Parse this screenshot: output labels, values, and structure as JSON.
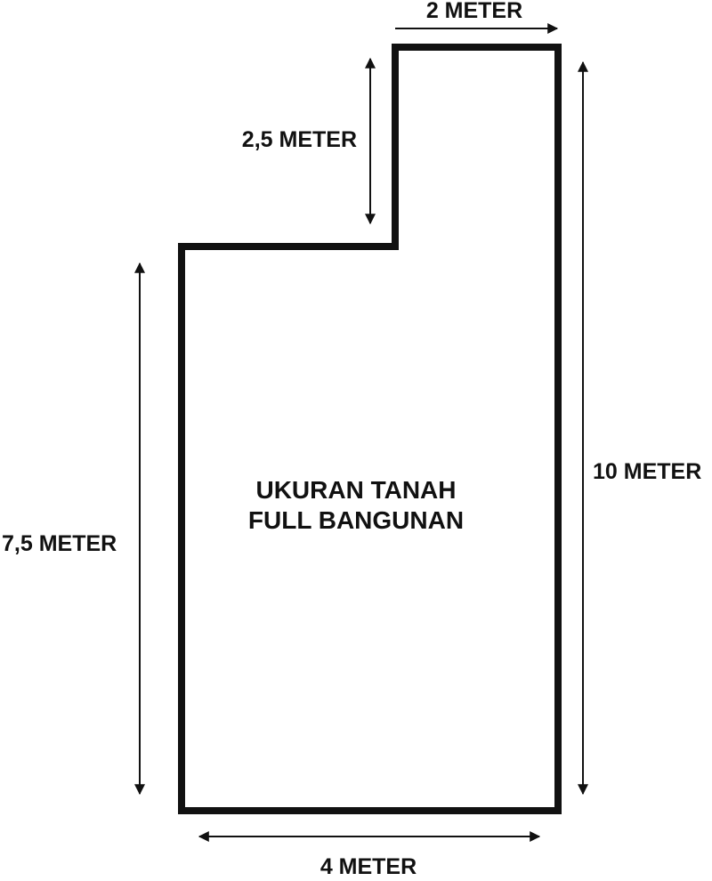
{
  "labels": {
    "top_width": "2 METER",
    "notch_height": "2,5 METER",
    "right_height": "10 METER",
    "left_height": "7,5 METER",
    "bottom_width": "4 METER",
    "center_line1": "UKURAN TANAH",
    "center_line2": "FULL BANGUNAN"
  },
  "colors": {
    "ink": "#111111",
    "background": "#ffffff"
  }
}
